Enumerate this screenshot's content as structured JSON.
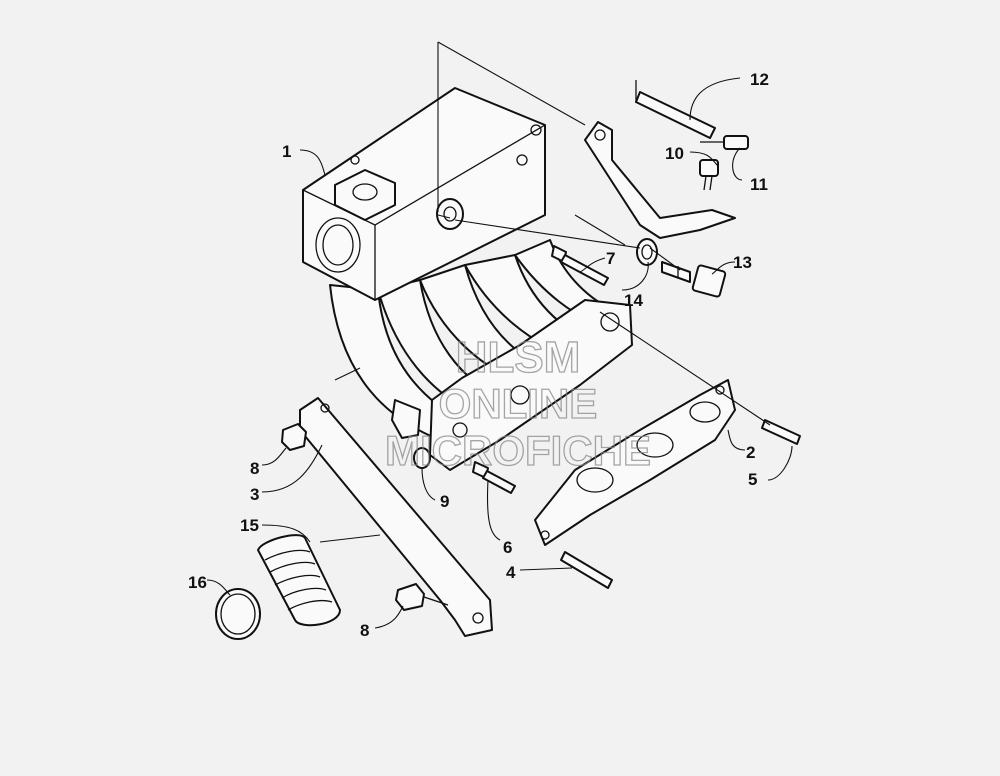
{
  "callouts": [
    {
      "id": "c1",
      "label": "1"
    },
    {
      "id": "c2",
      "label": "2"
    },
    {
      "id": "c3",
      "label": "3"
    },
    {
      "id": "c4",
      "label": "4"
    },
    {
      "id": "c5",
      "label": "5"
    },
    {
      "id": "c6",
      "label": "6"
    },
    {
      "id": "c7",
      "label": "7"
    },
    {
      "id": "c8a",
      "label": "8"
    },
    {
      "id": "c8b",
      "label": "8"
    },
    {
      "id": "c9",
      "label": "9"
    },
    {
      "id": "c10",
      "label": "10"
    },
    {
      "id": "c11",
      "label": "11"
    },
    {
      "id": "c12",
      "label": "12"
    },
    {
      "id": "c13",
      "label": "13"
    },
    {
      "id": "c14",
      "label": "14"
    },
    {
      "id": "c15",
      "label": "15"
    },
    {
      "id": "c16",
      "label": "16"
    }
  ],
  "watermark": {
    "line1": "HLSM",
    "line2": "ONLINE",
    "line3": "MICROFICHE"
  }
}
